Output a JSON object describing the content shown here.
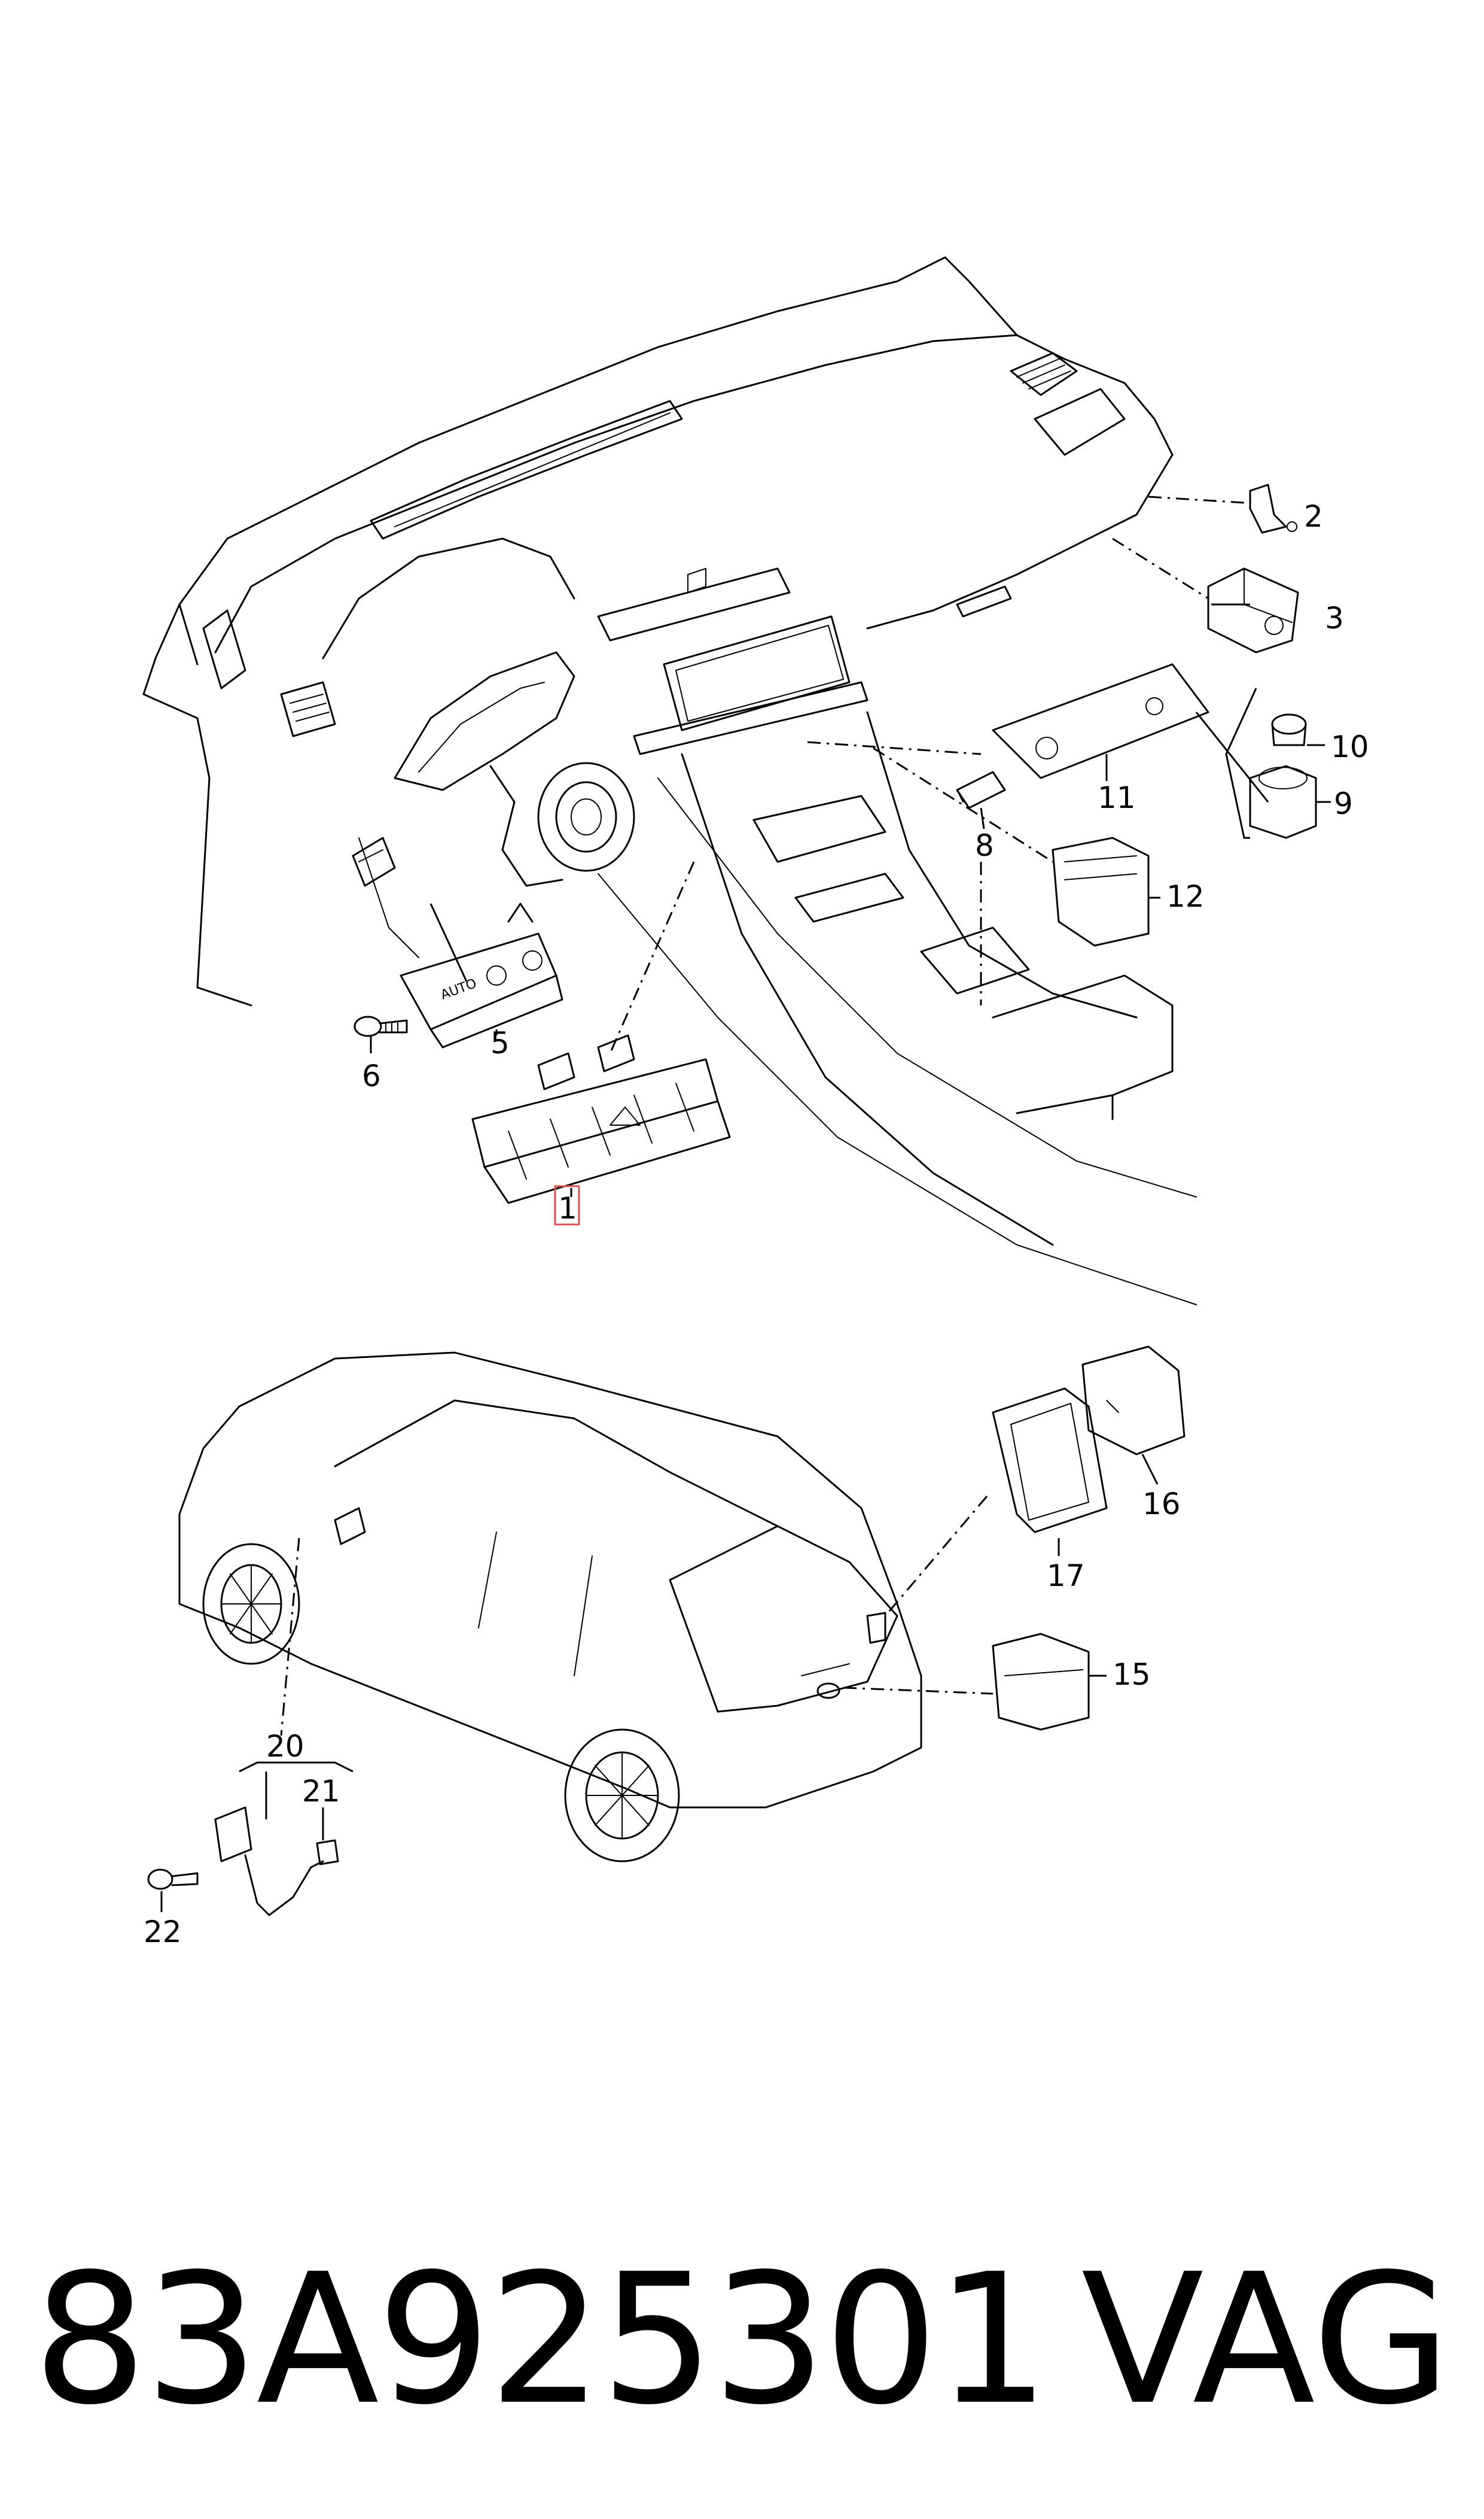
{
  "callouts": {
    "c1": "1",
    "c2": "2",
    "c3": "3",
    "c5": "5",
    "c6": "6",
    "c8": "8",
    "c9": "9",
    "c10": "10",
    "c11": "11",
    "c12": "12",
    "c15": "15",
    "c16": "16",
    "c17": "17",
    "c20": "20",
    "c21": "21",
    "c22": "22"
  },
  "dash_button_icons": {
    "auto": "AUTO"
  },
  "footer": {
    "part_number": "83A925301",
    "brand": "VAG"
  },
  "colors": {
    "line": "#000000",
    "highlight": "#e05050",
    "background": "#ffffff"
  }
}
